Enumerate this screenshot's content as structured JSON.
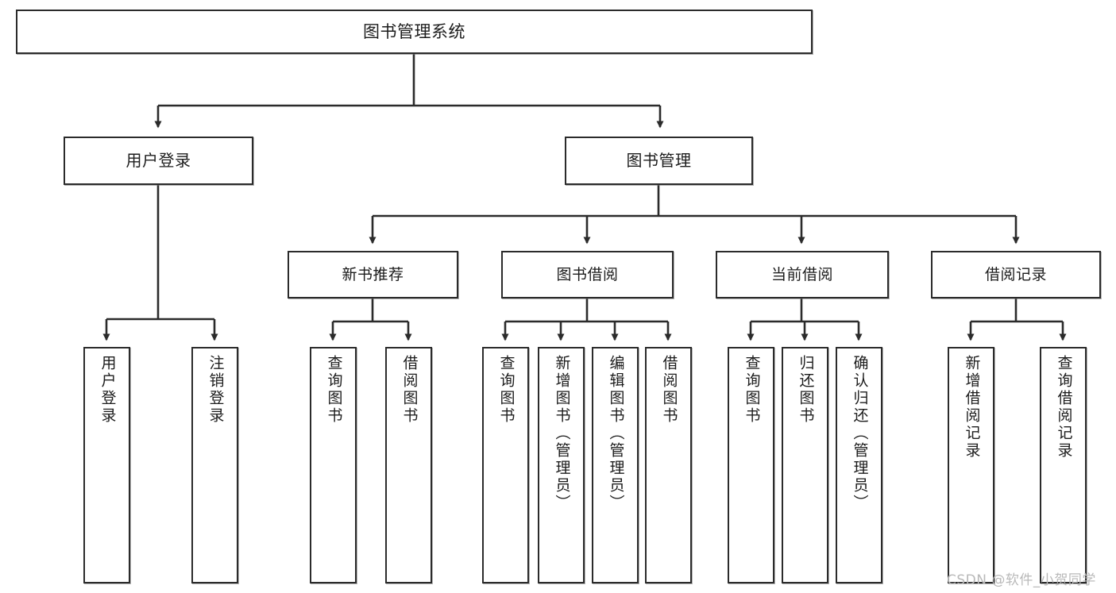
{
  "diagram": {
    "title": "图书管理系统",
    "type": "tree",
    "orientation": "top-down",
    "colors": {
      "node_border": "#2b2b2b",
      "node_fill": "#ffffff",
      "edge": "#2b2b2b",
      "text": "#1c1c1c",
      "watermark": "#b9b9b9",
      "background": "#ffffff"
    }
  },
  "nodes": {
    "root": {
      "label": "图书管理系统",
      "level": 0
    },
    "level1": [
      {
        "id": "user-login",
        "label": "用户登录"
      },
      {
        "id": "book-manage",
        "label": "图书管理"
      }
    ],
    "level2": [
      {
        "id": "new-book-recommend",
        "label": "新书推荐",
        "parent": "book-manage"
      },
      {
        "id": "book-borrow",
        "label": "图书借阅",
        "parent": "book-manage"
      },
      {
        "id": "current-borrow",
        "label": "当前借阅",
        "parent": "book-manage"
      },
      {
        "id": "borrow-record",
        "label": "借阅记录",
        "parent": "book-manage"
      }
    ],
    "leaves": [
      {
        "id": "leaf-user-login",
        "label": "用户登录",
        "parent": "user-login"
      },
      {
        "id": "leaf-logout",
        "label": "注销登录",
        "parent": "user-login"
      },
      {
        "id": "leaf-query-book-1",
        "label": "查询图书",
        "parent": "new-book-recommend"
      },
      {
        "id": "leaf-borrow-book-1",
        "label": "借阅图书",
        "parent": "new-book-recommend"
      },
      {
        "id": "leaf-query-book-2",
        "label": "查询图书",
        "parent": "book-borrow"
      },
      {
        "id": "leaf-add-book",
        "label": "新增图书（管理员）",
        "parent": "book-borrow"
      },
      {
        "id": "leaf-edit-book",
        "label": "编辑图书（管理员）",
        "parent": "book-borrow"
      },
      {
        "id": "leaf-borrow-book-2",
        "label": "借阅图书",
        "parent": "book-borrow"
      },
      {
        "id": "leaf-query-book-3",
        "label": "查询图书",
        "parent": "current-borrow"
      },
      {
        "id": "leaf-return-book",
        "label": "归还图书",
        "parent": "current-borrow"
      },
      {
        "id": "leaf-confirm-return",
        "label": "确认归还（管理员）",
        "parent": "current-borrow"
      },
      {
        "id": "leaf-add-record",
        "label": "新增借阅记录",
        "parent": "borrow-record"
      },
      {
        "id": "leaf-query-record",
        "label": "查询借阅记录",
        "parent": "borrow-record"
      }
    ]
  },
  "watermark": {
    "text": "CSDN @软件_小贺同学"
  }
}
